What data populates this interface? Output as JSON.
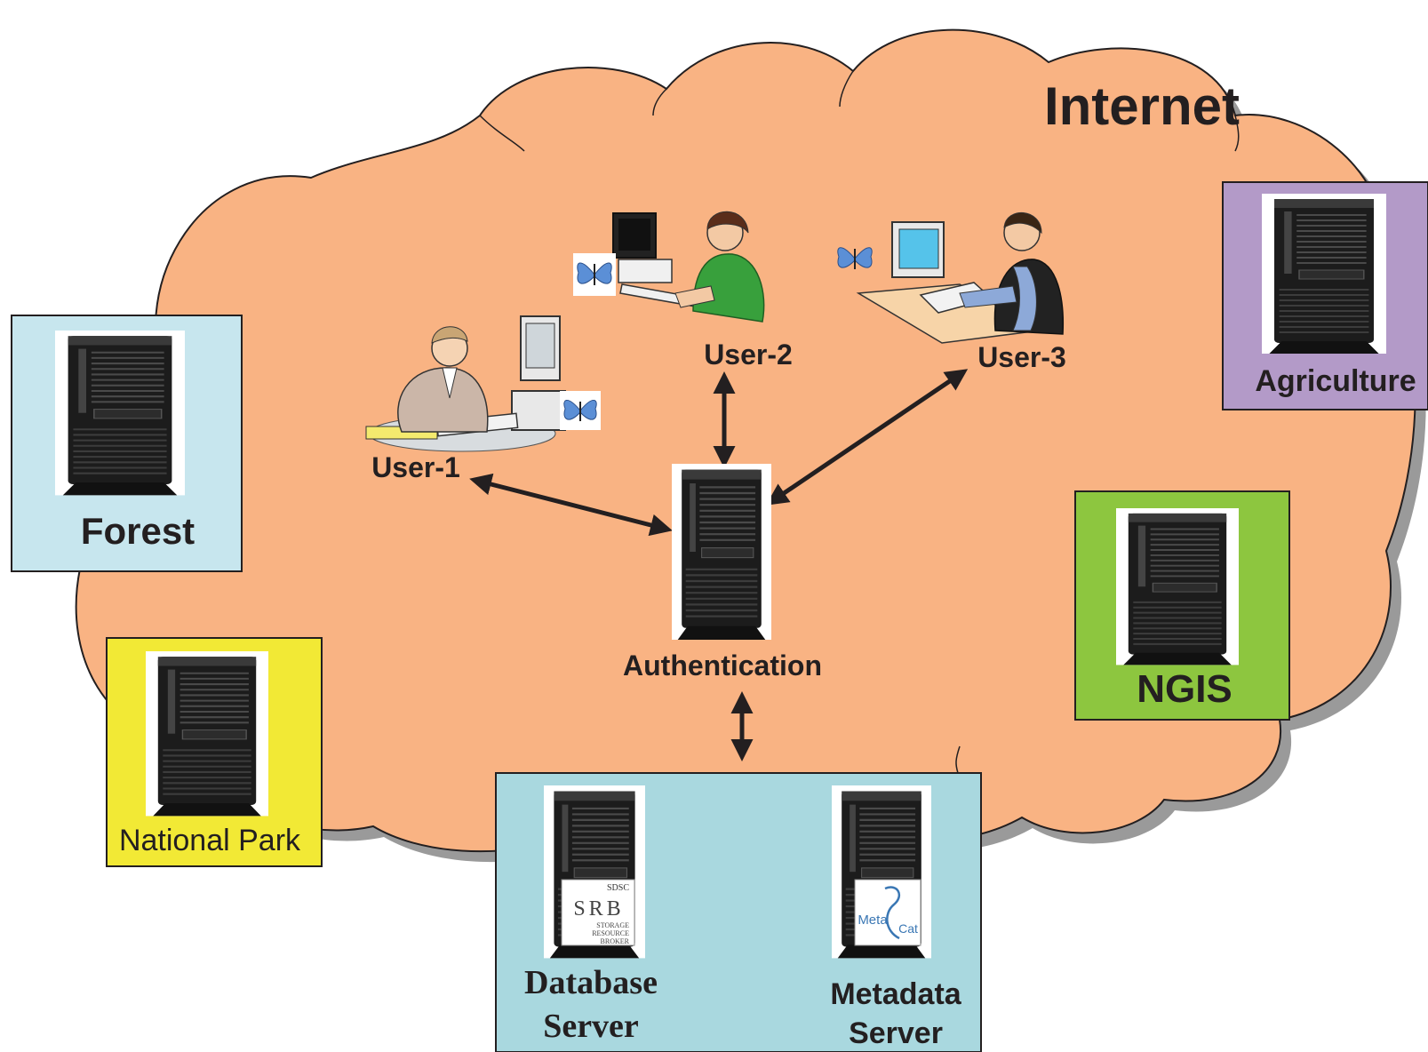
{
  "cloud": {
    "title": "Internet",
    "fill": "#f9b383",
    "shadow": "#9a9a9a"
  },
  "users": [
    {
      "label": "User-1"
    },
    {
      "label": "User-2"
    },
    {
      "label": "User-3"
    }
  ],
  "auth": {
    "label": "Authentication"
  },
  "sites": {
    "forest": {
      "label": "Forest",
      "color": "#c7e6ee"
    },
    "agriculture": {
      "label": "Agriculture",
      "color": "#b39ac8"
    },
    "ngis": {
      "label": "NGIS",
      "color": "#8dc63f"
    },
    "national_park": {
      "label": "National Park",
      "color": "#f2e935"
    }
  },
  "storage": {
    "color": "#a9d8df",
    "database": {
      "line1": "Database",
      "line2": "Server",
      "logo": {
        "top": "SDSC",
        "main": "SRB",
        "sub1": "STORAGE",
        "sub2": "RESOURCE",
        "sub3": "BROKER"
      }
    },
    "metadata": {
      "line1": "Metadata",
      "line2": "Server",
      "logo": {
        "a": "Meta",
        "b": "Cat"
      }
    }
  }
}
